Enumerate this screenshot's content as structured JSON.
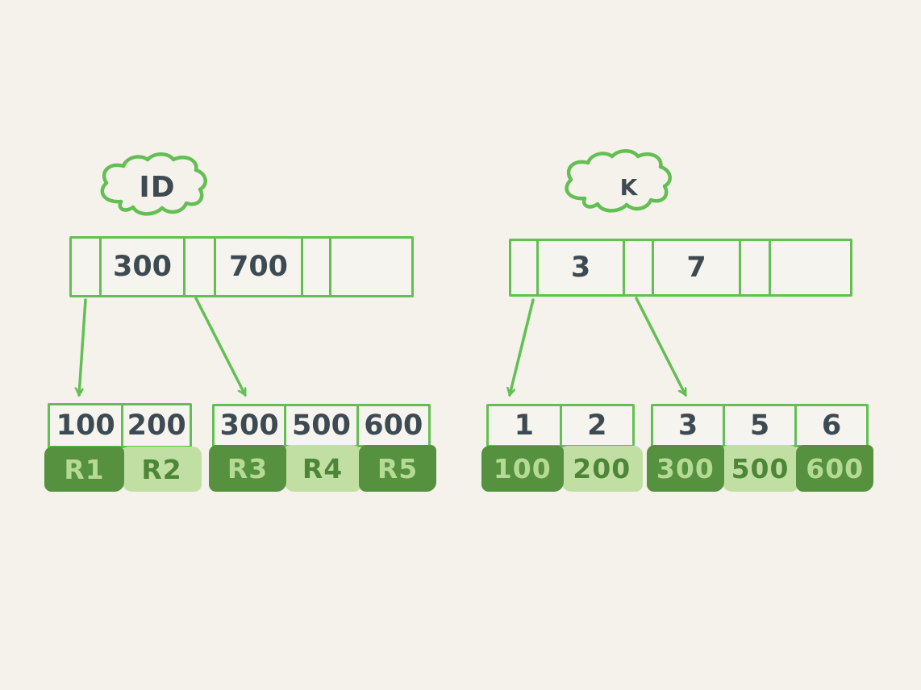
{
  "palette": {
    "background": "#f4f2eb",
    "stroke_green": "#63bf53",
    "ink": "#3e4a52",
    "dark_cell_fill": "#55913f",
    "light_cell_fill": "#c2dfa3",
    "light_cell_text": "#b5da94",
    "dark_cell_text": "#4d8637"
  },
  "left_index": {
    "label": "ID",
    "node": {
      "cells": [
        "",
        "300",
        "",
        "700",
        "",
        ""
      ]
    },
    "leaves": [
      {
        "keys": [
          "100",
          "200"
        ],
        "records": [
          {
            "label": "R1",
            "tone": "dark"
          },
          {
            "label": "R2",
            "tone": "light"
          }
        ]
      },
      {
        "keys": [
          "300",
          "500",
          "600"
        ],
        "records": [
          {
            "label": "R3",
            "tone": "dark"
          },
          {
            "label": "R4",
            "tone": "light"
          },
          {
            "label": "R5",
            "tone": "dark"
          }
        ]
      }
    ]
  },
  "right_index": {
    "label": "K",
    "node": {
      "cells": [
        "",
        "3",
        "",
        "7",
        "",
        ""
      ]
    },
    "leaves": [
      {
        "keys": [
          "1",
          "2"
        ],
        "records": [
          {
            "label": "100",
            "tone": "dark"
          },
          {
            "label": "200",
            "tone": "light"
          }
        ]
      },
      {
        "keys": [
          "3",
          "5",
          "6"
        ],
        "records": [
          {
            "label": "300",
            "tone": "dark"
          },
          {
            "label": "500",
            "tone": "light"
          },
          {
            "label": "600",
            "tone": "dark"
          }
        ]
      }
    ]
  }
}
